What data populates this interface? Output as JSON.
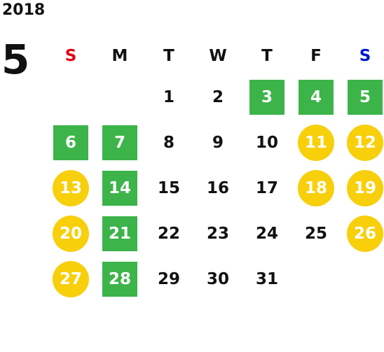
{
  "year": "2018",
  "month": "5",
  "colors": {
    "sunday": "#e60012",
    "saturday": "#0019cc",
    "weekday": "#111111",
    "green": "#3cb44a",
    "gold": "#f7cf0b"
  },
  "weekdays": [
    {
      "label": "S",
      "kind": "sunday"
    },
    {
      "label": "M",
      "kind": "weekday"
    },
    {
      "label": "T",
      "kind": "weekday"
    },
    {
      "label": "W",
      "kind": "weekday"
    },
    {
      "label": "T",
      "kind": "weekday"
    },
    {
      "label": "F",
      "kind": "weekday"
    },
    {
      "label": "S",
      "kind": "saturday"
    }
  ],
  "weeks": [
    [
      null,
      null,
      {
        "d": "1",
        "s": "none"
      },
      {
        "d": "2",
        "s": "none"
      },
      {
        "d": "3",
        "s": "green"
      },
      {
        "d": "4",
        "s": "green"
      },
      {
        "d": "5",
        "s": "green"
      }
    ],
    [
      {
        "d": "6",
        "s": "green"
      },
      {
        "d": "7",
        "s": "green"
      },
      {
        "d": "8",
        "s": "none"
      },
      {
        "d": "9",
        "s": "none"
      },
      {
        "d": "10",
        "s": "none"
      },
      {
        "d": "11",
        "s": "gold"
      },
      {
        "d": "12",
        "s": "gold"
      }
    ],
    [
      {
        "d": "13",
        "s": "gold"
      },
      {
        "d": "14",
        "s": "green"
      },
      {
        "d": "15",
        "s": "none"
      },
      {
        "d": "16",
        "s": "none"
      },
      {
        "d": "17",
        "s": "none"
      },
      {
        "d": "18",
        "s": "gold"
      },
      {
        "d": "19",
        "s": "gold"
      }
    ],
    [
      {
        "d": "20",
        "s": "gold"
      },
      {
        "d": "21",
        "s": "green"
      },
      {
        "d": "22",
        "s": "none"
      },
      {
        "d": "23",
        "s": "none"
      },
      {
        "d": "24",
        "s": "none"
      },
      {
        "d": "25",
        "s": "none"
      },
      {
        "d": "26",
        "s": "gold"
      }
    ],
    [
      {
        "d": "27",
        "s": "gold"
      },
      {
        "d": "28",
        "s": "green"
      },
      {
        "d": "29",
        "s": "none"
      },
      {
        "d": "30",
        "s": "none"
      },
      {
        "d": "31",
        "s": "none"
      },
      null,
      null
    ]
  ]
}
